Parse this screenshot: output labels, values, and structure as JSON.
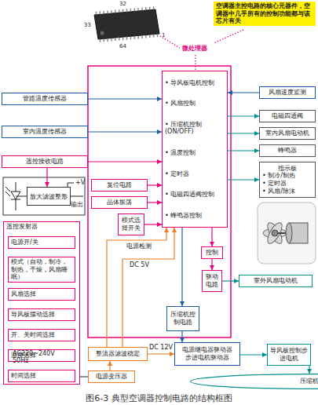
{
  "diagram": {
    "caption": "图6-3 典型空调器控制电路的结构框图",
    "nodes": [
      {
        "text": [
          "空调器主控电路的核心元器件，空调器中几乎所有的控制功能都与该芯片有关"
        ]
      },
      {
        "text": [
          "管路温度传感器"
        ]
      },
      {
        "text": [
          "室内温度传感器"
        ]
      },
      {
        "text": [
          "遥控接收电路"
        ]
      },
      {
        "text": [
          "放大滤波整形"
        ]
      },
      {
        "text": [
          "遥控发射器"
        ]
      },
      {
        "text": [
          "电源开/关"
        ],
        "in": 5
      },
      {
        "text": [
          "模式（自动，制冷，制热，干燥，风扇睡眠）"
        ],
        "in": 5
      },
      {
        "text": [
          "风扇选择"
        ],
        "in": 5
      },
      {
        "text": [
          "导风板摆动选择"
        ],
        "in": 5
      },
      {
        "text": [
          "开、关时间选择"
        ],
        "in": 5
      },
      {
        "text": [
          "温度选择"
        ],
        "in": 5
      },
      {
        "text": [
          "时间选择"
        ],
        "in": 5
      },
      {
        "text": [
          "• 导风板电机控制",
          "• 风扇控制",
          "• 压缩机控制(ON/OFF)",
          "• 温度控制",
          "• 定时器",
          "• 电磁四通阀控制",
          "• 蜂鸣器控制"
        ]
      },
      {
        "text": [
          "风扇速度监测"
        ]
      },
      {
        "text": [
          "电磁四通阀"
        ]
      },
      {
        "text": [
          "室内风扇电动机"
        ]
      },
      {
        "text": [
          "蜂鸣器"
        ]
      },
      {
        "text": [
          "指示板",
          "• 制冷/制热",
          "• 定时器",
          "• 风扇/除沫"
        ]
      },
      {
        "text": [
          "复位电路"
        ]
      },
      {
        "text": [
          "晶体振荡"
        ]
      },
      {
        "text": [
          "模式选择开关"
        ]
      },
      {
        "text": [
          "控制"
        ]
      },
      {
        "text": [
          "驱动电路"
        ]
      },
      {
        "text": [
          "室外风扇电动机"
        ]
      },
      {
        "text": [
          "压缩机控制电路"
        ]
      },
      {
        "text": [
          "整流器滤波稳定"
        ]
      },
      {
        "text": [
          "电源变压器"
        ]
      },
      {
        "text": [
          "电源继电器驱动器",
          "步进电机驱动器"
        ]
      },
      {
        "text": [
          "导风板控制步进电机"
        ]
      },
      {
        "text": [
          "压缩机"
        ]
      }
    ],
    "edges": [
      {
        "from": 1,
        "to": 13,
        "arrow": "to"
      },
      {
        "from": 2,
        "to": 13,
        "arrow": "to"
      },
      {
        "from": 3,
        "to": 13,
        "arrow": "to"
      },
      {
        "from": 3,
        "to": 4,
        "arrow": "to"
      },
      {
        "from": 14,
        "to": 13,
        "arrow": "to"
      },
      {
        "from": 13,
        "to": 15,
        "arrow": "to"
      },
      {
        "from": 13,
        "to": 16,
        "arrow": "to"
      },
      {
        "from": 13,
        "to": 17,
        "arrow": "to"
      },
      {
        "from": 13,
        "to": 18,
        "arrow": "to"
      },
      {
        "from": 19,
        "to": 13,
        "arrow": "to"
      },
      {
        "from": 20,
        "to": 13,
        "arrow": "to"
      },
      {
        "from": 21,
        "to": 13,
        "arrow": "to"
      },
      {
        "from": 13,
        "to": 22,
        "arrow": "to"
      },
      {
        "from": 22,
        "to": 23,
        "arrow": "to"
      },
      {
        "from": 23,
        "to": 24,
        "arrow": "to"
      },
      {
        "from": 13,
        "to": 25,
        "arrow": "to"
      },
      {
        "from": 25,
        "to": 28,
        "arrow": "to"
      },
      {
        "from": 28,
        "to": 30,
        "arrow": "to"
      },
      {
        "from": 28,
        "to": 29,
        "arrow": "to"
      },
      {
        "from": 27,
        "to": 26,
        "arrow": "to"
      },
      {
        "from": 26,
        "to": 13,
        "label": "电源检测",
        "arrow": "to"
      },
      {
        "from": 26,
        "to": 13,
        "label": "DC 5V",
        "arrow": "to"
      },
      {
        "from": 26,
        "to": 28,
        "label": "DC 12V",
        "arrow": "to"
      }
    ],
    "labels": [
      "32",
      "33",
      "1",
      "64",
      "微处理器",
      "+V",
      "输出",
      "AC220~240V 50Hz"
    ]
  }
}
